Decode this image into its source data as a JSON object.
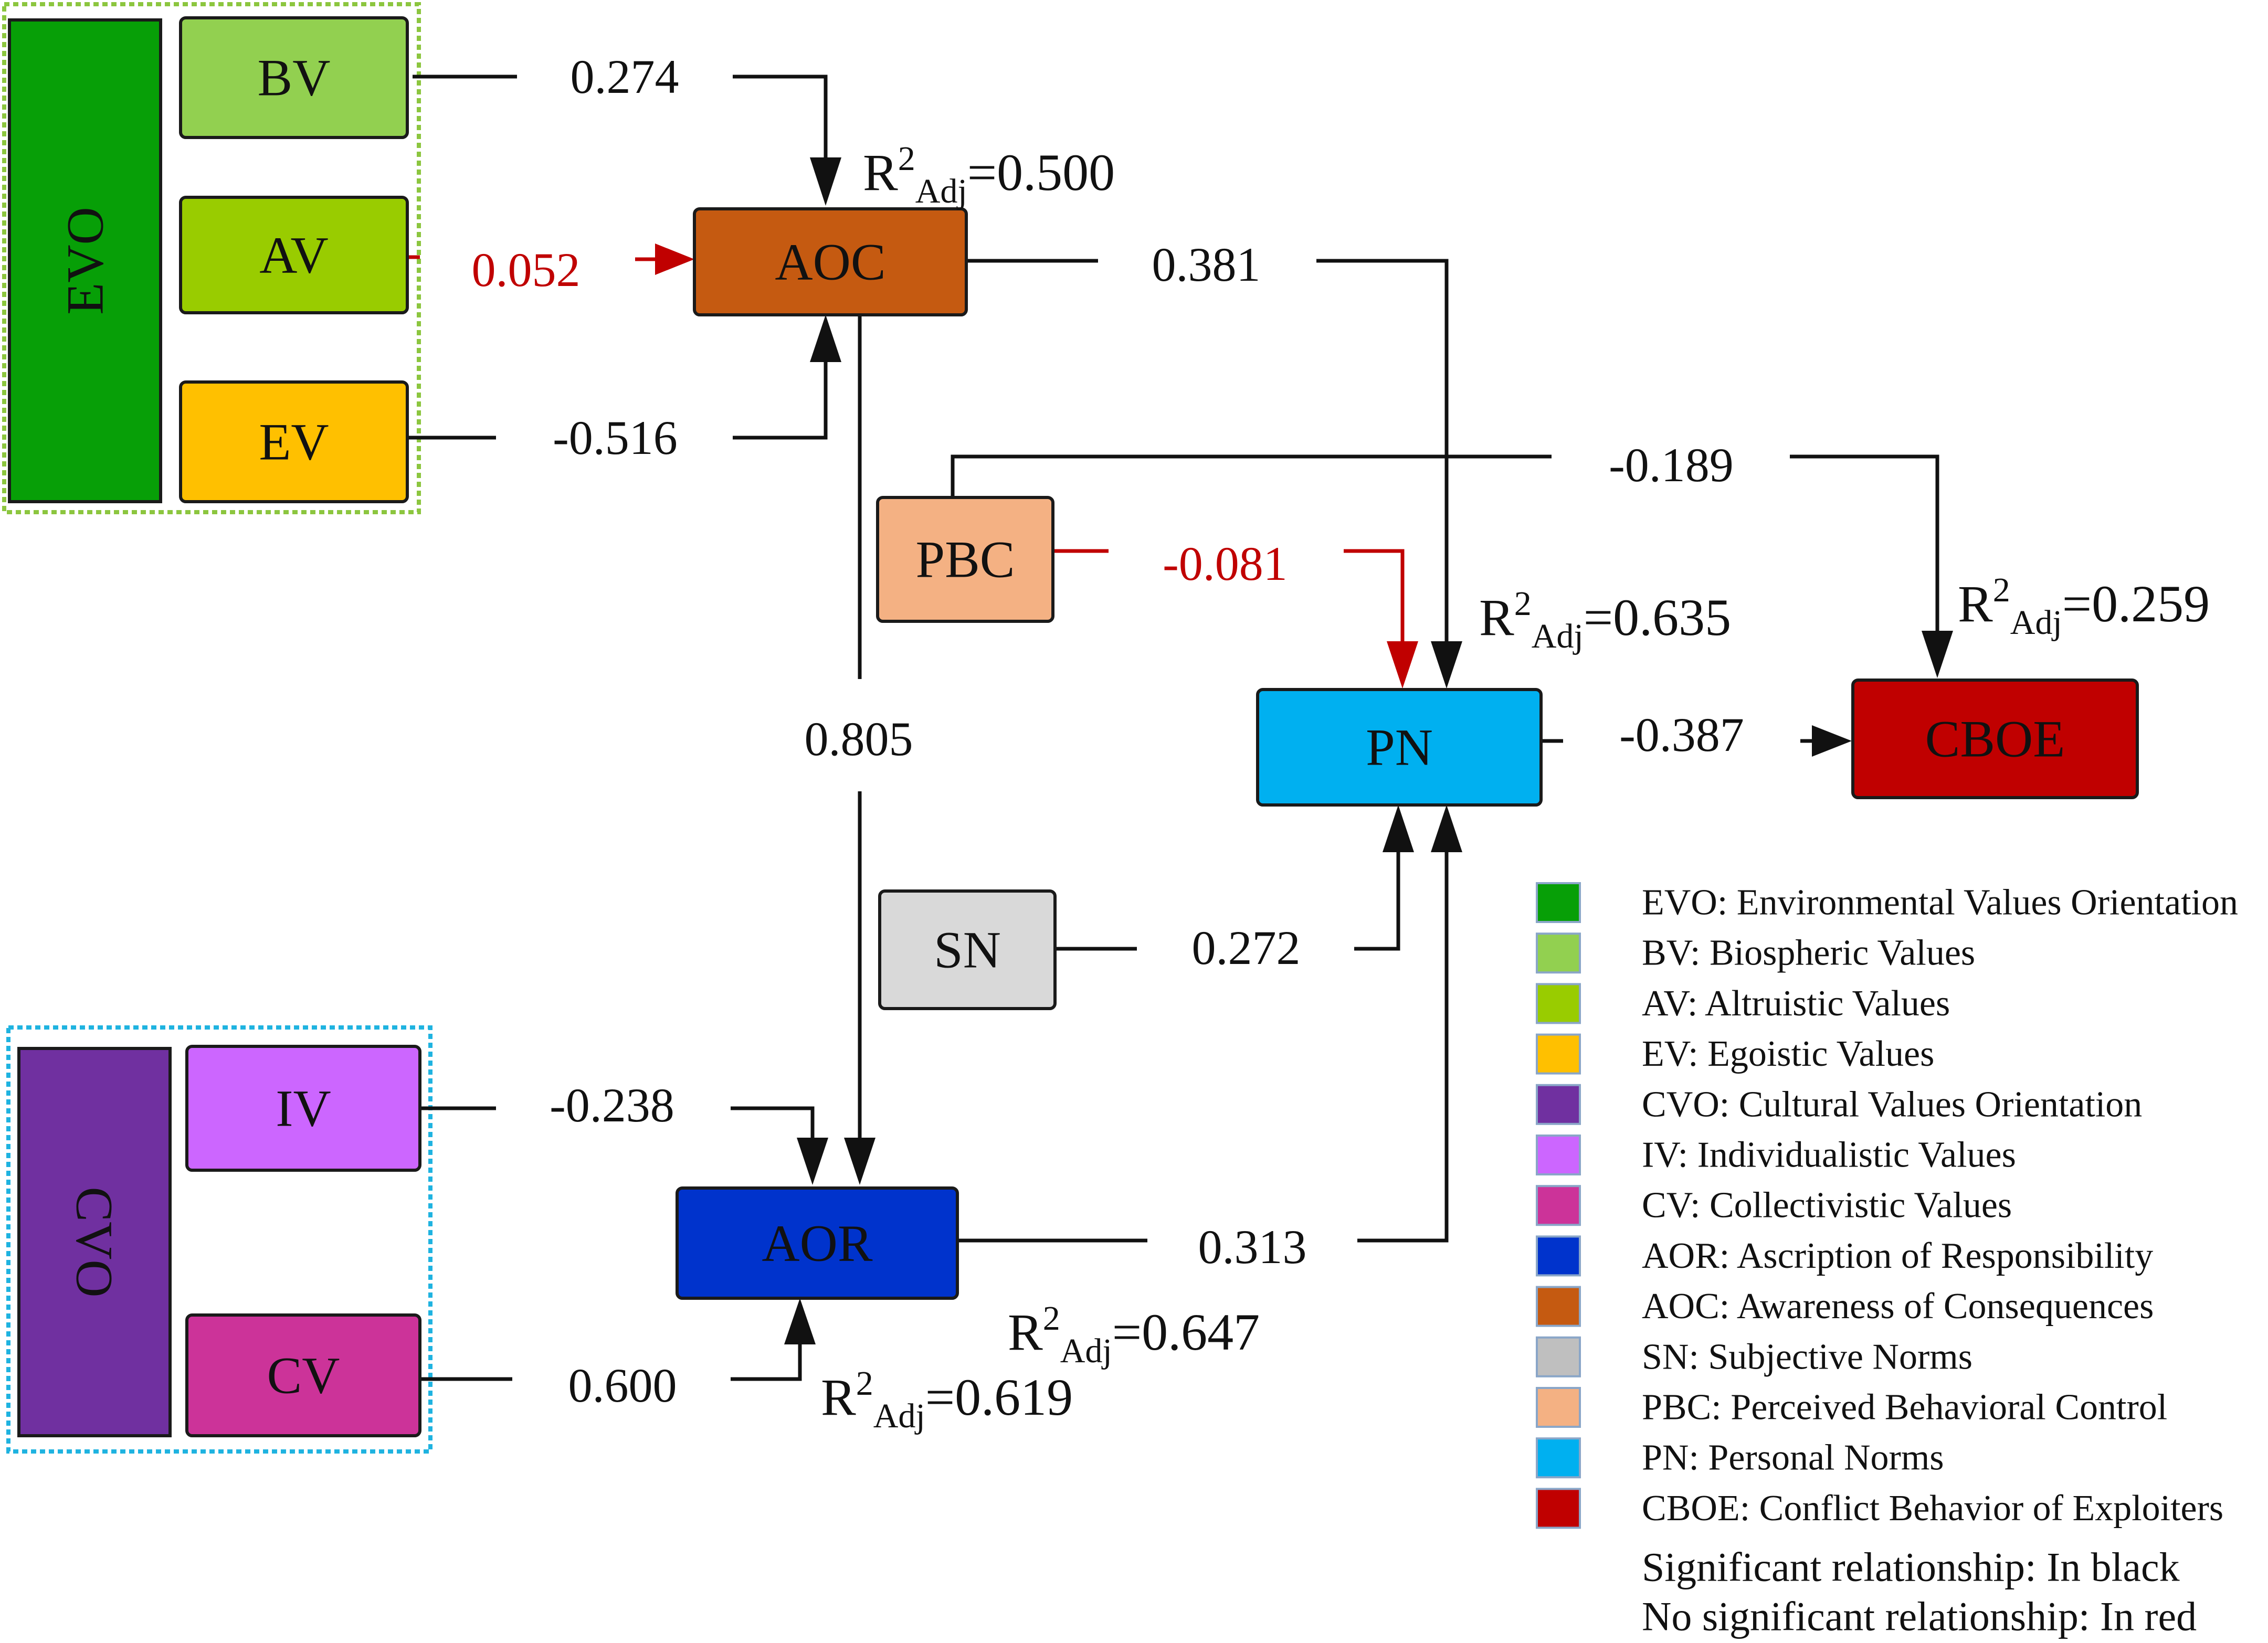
{
  "nodes": {
    "evo": {
      "label": "EVO",
      "fill": "#079f07"
    },
    "bv": {
      "label": "BV",
      "fill": "#92d050"
    },
    "av": {
      "label": "AV",
      "fill": "#99cc00"
    },
    "ev": {
      "label": "EV",
      "fill": "#ffc000"
    },
    "aoc": {
      "label": "AOC",
      "fill": "#c55a11"
    },
    "pbc": {
      "label": "PBC",
      "fill": "#f4b183"
    },
    "pn": {
      "label": "PN",
      "fill": "#00b0f0"
    },
    "cboe": {
      "label": "CBOE",
      "fill": "#c00000"
    },
    "sn": {
      "label": "SN",
      "fill": "#d9d9d9"
    },
    "cvo": {
      "label": "CVO",
      "fill": "#7030a0"
    },
    "iv": {
      "label": "IV",
      "fill": "#cc66ff"
    },
    "cv": {
      "label": "CV",
      "fill": "#cc3399"
    },
    "aor": {
      "label": "AOR",
      "fill": "#0033cc"
    }
  },
  "paths": {
    "bv_aoc": {
      "coef": "0.274",
      "significant": true
    },
    "av_aoc": {
      "coef": "0.052",
      "significant": false
    },
    "ev_aoc": {
      "coef": "-0.516",
      "significant": true
    },
    "aoc_pn": {
      "coef": "0.381",
      "significant": true
    },
    "pbc_cboe": {
      "coef": "-0.189",
      "significant": true
    },
    "pbc_pn": {
      "coef": "-0.081",
      "significant": false
    },
    "aoc_aor": {
      "coef": "0.805",
      "significant": true
    },
    "pn_cboe": {
      "coef": "-0.387",
      "significant": true
    },
    "sn_pn": {
      "coef": "0.272",
      "significant": true
    },
    "iv_aor": {
      "coef": "-0.238",
      "significant": true
    },
    "aor_pn": {
      "coef": "0.313",
      "significant": true
    },
    "cv_aor": {
      "coef": "0.600",
      "significant": true
    }
  },
  "r2": {
    "base": "R",
    "sup": "2",
    "sub": "Adj",
    "aoc": "=0.500",
    "pn": "=0.635",
    "cboe": "=0.259",
    "pn2": "=0.647",
    "aor": "=0.619"
  },
  "colors": {
    "significant": "#111111",
    "not_significant": "#c00000",
    "evo_border": "#8cc63f",
    "cvo_border": "#1fb3e0"
  },
  "legend": {
    "items": [
      {
        "label": "EVO: Environmental Values Orientation",
        "color": "#079f07"
      },
      {
        "label": "BV: Biospheric Values",
        "color": "#92d050"
      },
      {
        "label": "AV: Altruistic Values",
        "color": "#99cc00"
      },
      {
        "label": "EV: Egoistic Values",
        "color": "#ffc000"
      },
      {
        "label": "CVO: Cultural Values Orientation",
        "color": "#7030a0"
      },
      {
        "label": "IV: Individualistic Values",
        "color": "#cc66ff"
      },
      {
        "label": "CV: Collectivistic Values",
        "color": "#cc3399"
      },
      {
        "label": "AOR: Ascription of Responsibility",
        "color": "#0033cc"
      },
      {
        "label": "AOC: Awareness of Consequences",
        "color": "#c55a11"
      },
      {
        "label": "SN: Subjective Norms",
        "color": "#bfbfbf"
      },
      {
        "label": "PBC: Perceived Behavioral Control",
        "color": "#f4b183"
      },
      {
        "label": "PN: Personal Norms",
        "color": "#00b0f0"
      },
      {
        "label": "CBOE: Conflict Behavior of Exploiters",
        "color": "#c00000"
      }
    ],
    "note_significant": "Significant relationship: In black",
    "note_not_significant": "No significant relationship: In red"
  }
}
